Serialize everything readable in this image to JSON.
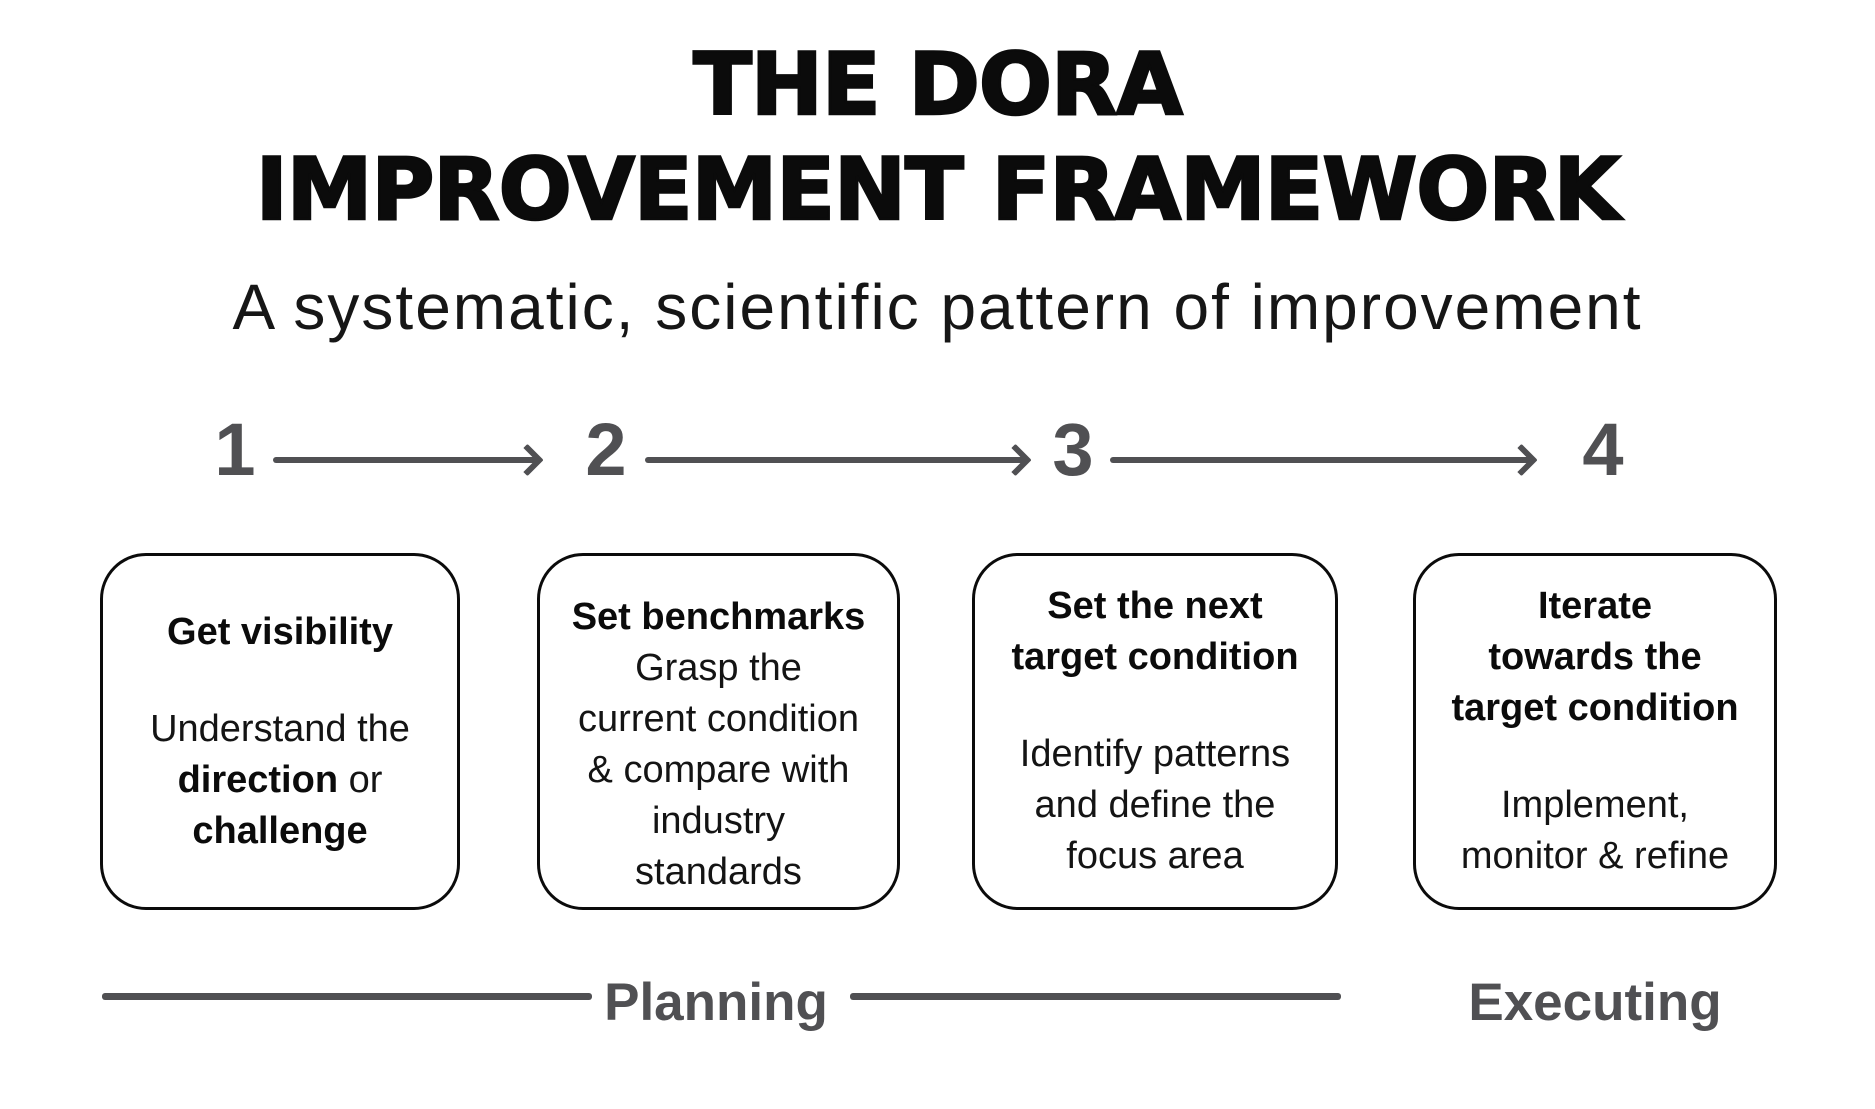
{
  "title": {
    "line1": "THE DORA",
    "line2": "IMPROVEMENT FRAMEWORK"
  },
  "subtitle": "A systematic, scientific pattern of improvement",
  "steps": [
    {
      "number": "1",
      "box_title": "Get visibility",
      "body": {
        "line1": "Understand the",
        "bold1": "direction",
        "rest1": " or",
        "bold2": "challenge"
      }
    },
    {
      "number": "2",
      "box_title": "Set benchmarks",
      "body_text": "Grasp the\ncurrent condition\n& compare with\nindustry\nstandards"
    },
    {
      "number": "3",
      "box_title": "Set the next\ntarget condition",
      "body_text": "Identify patterns\nand define the\nfocus area"
    },
    {
      "number": "4",
      "box_title": "Iterate\ntowards the\ntarget condition",
      "body_text": "Implement,\nmonitor & refine"
    }
  ],
  "phases": {
    "planning": "Planning",
    "executing": "Executing"
  },
  "colors": {
    "accent_gray": "#505053",
    "text_black": "#0B0B0B"
  }
}
